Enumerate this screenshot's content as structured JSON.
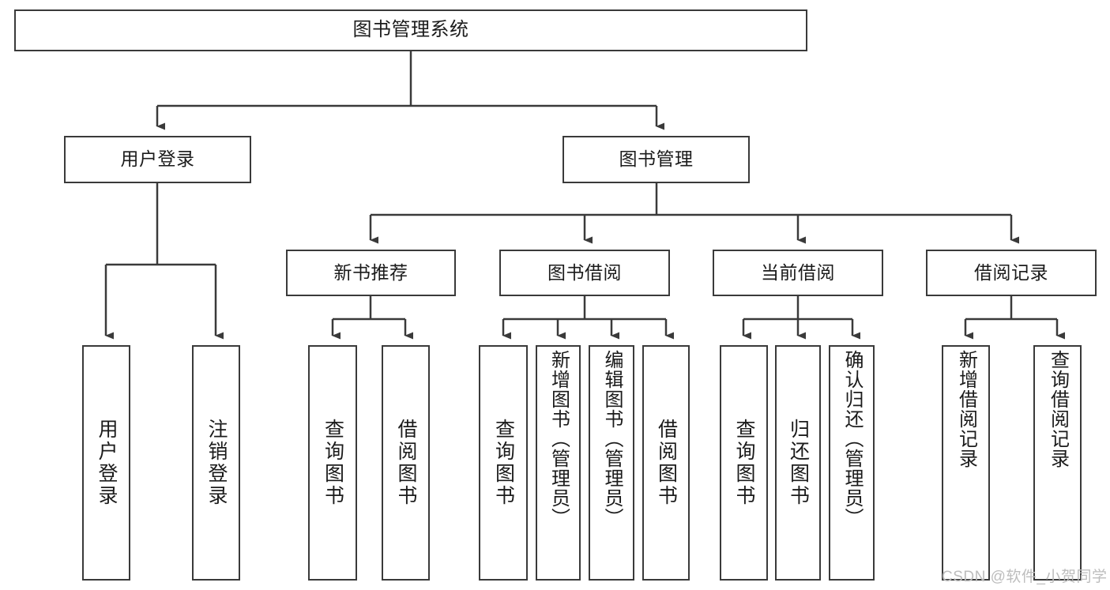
{
  "diagram": {
    "type": "tree-hierarchy",
    "title": "图书管理系统",
    "orientation": "top-down",
    "colors": {
      "stroke": "#3a3a3a",
      "fill": "#ffffff",
      "text": "#1b1b1b",
      "watermark": "#bdbdbd"
    },
    "root": {
      "label": "图书管理系统"
    },
    "level2": [
      {
        "label": "用户登录"
      },
      {
        "label": "图书管理"
      }
    ],
    "level3": [
      {
        "label": "新书推荐"
      },
      {
        "label": "图书借阅"
      },
      {
        "label": "当前借阅"
      },
      {
        "label": "借阅记录"
      }
    ],
    "leaves": {
      "user_login": [
        {
          "label": "用户登录"
        },
        {
          "label": "注销登录"
        }
      ],
      "new_book_recommend": [
        {
          "label": "查询图书"
        },
        {
          "label": "借阅图书"
        }
      ],
      "book_borrow": [
        {
          "label": "查询图书"
        },
        {
          "label": "新增图书（管理员）"
        },
        {
          "label": "编辑图书（管理员）"
        },
        {
          "label": "借阅图书"
        }
      ],
      "current_borrow": [
        {
          "label": "查询图书"
        },
        {
          "label": "归还图书"
        },
        {
          "label": "确认归还（管理员）"
        }
      ],
      "borrow_record": [
        {
          "label": "新增借阅记录"
        },
        {
          "label": "查询借阅记录"
        }
      ]
    }
  },
  "watermark": {
    "text": "CSDN @软件_小贺同学"
  }
}
